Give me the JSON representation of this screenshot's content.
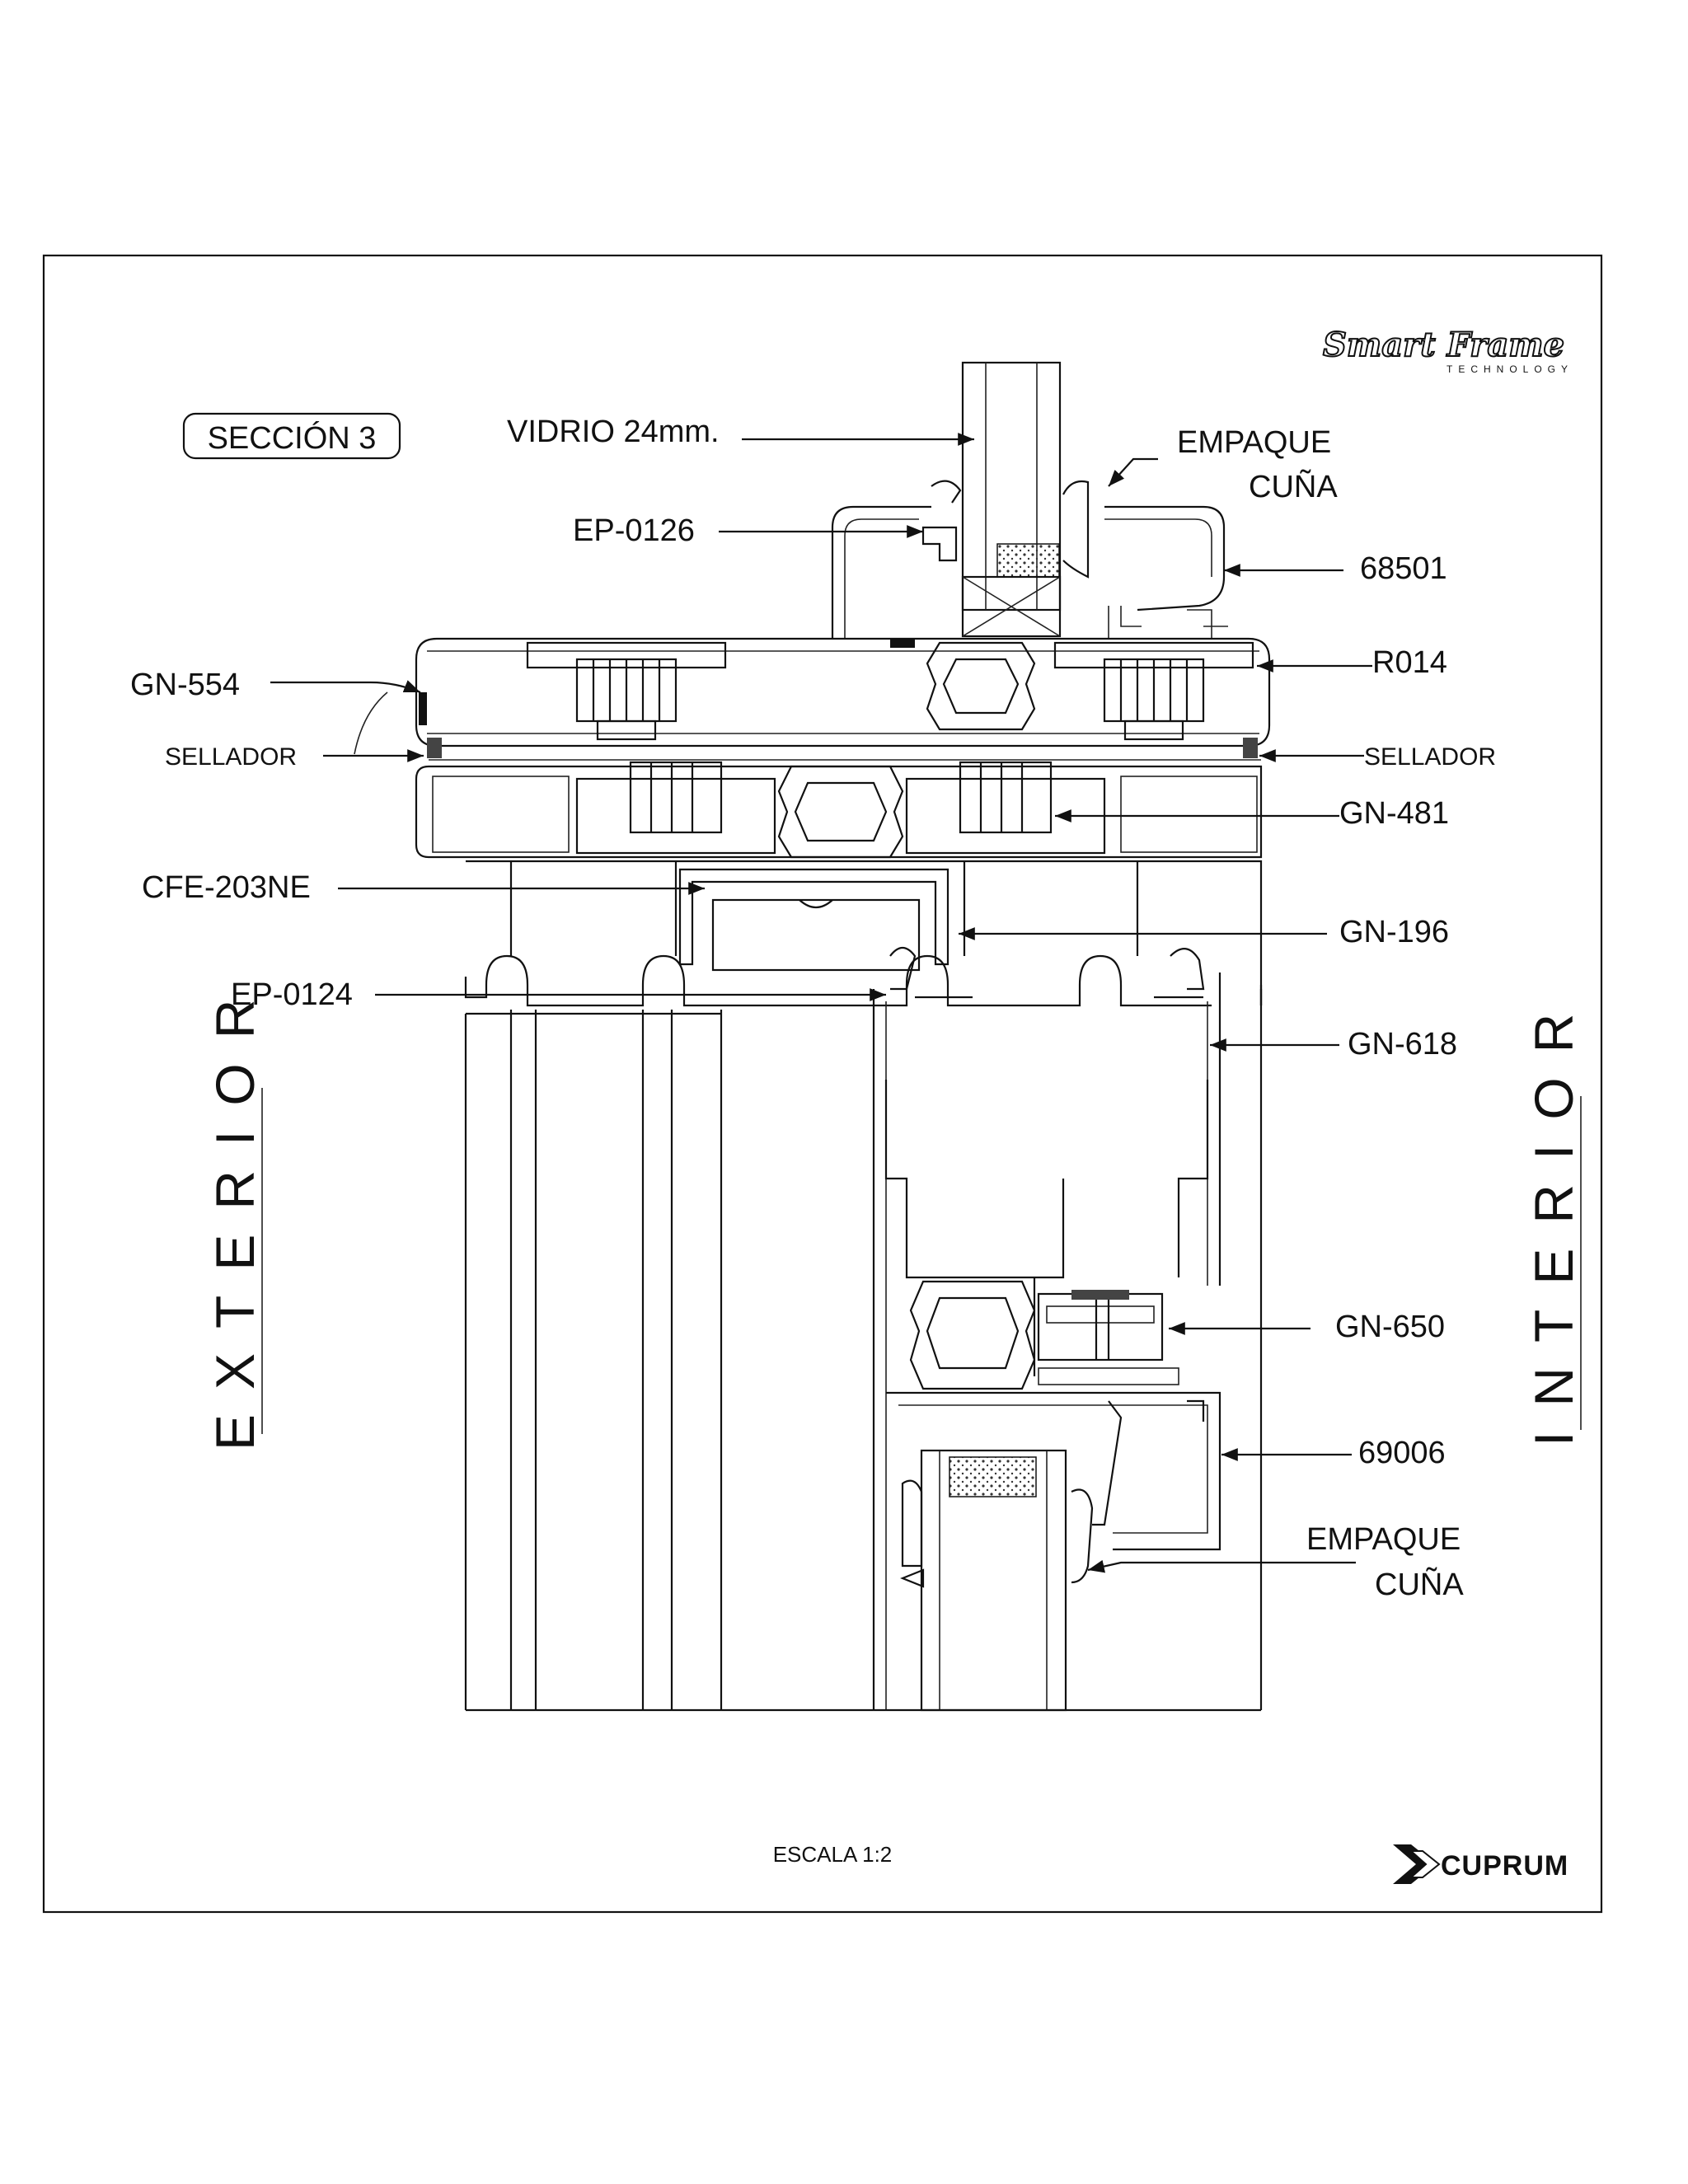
{
  "section_title": "SECCIÓN 3",
  "scale": "ESCALA 1:2",
  "side_left": "EXTERIOR",
  "side_right": "INTERIOR",
  "logo_top": {
    "name": "Smart Frame",
    "sub": "TECHNOLOGY"
  },
  "logo_bottom": {
    "name": "CUPRUM"
  },
  "labels": {
    "vidrio": "VIDRIO 24mm.",
    "empaque_top_1": "EMPAQUE",
    "empaque_top_2": "CUÑA",
    "ep0126": "EP-0126",
    "p68501": "68501",
    "gn554": "GN-554",
    "r014": "R014",
    "sellador_left": "SELLADOR",
    "sellador_right": "SELLADOR",
    "gn481": "GN-481",
    "cfe203ne": "CFE-203NE",
    "gn196": "GN-196",
    "ep0124": "EP-0124",
    "gn618": "GN-618",
    "gn650": "GN-650",
    "p69006": "69006",
    "empaque_bot_1": "EMPAQUE",
    "empaque_bot_2": "CUÑA"
  }
}
